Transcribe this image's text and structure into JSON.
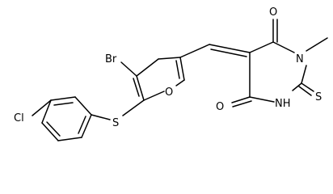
{
  "molecule": {
    "atoms": {
      "br": "Br",
      "o_furan": "O",
      "s_thioether": "S",
      "cl": "Cl",
      "o_top": "O",
      "o_bottom": "O",
      "n_methyl": "N",
      "n_h": "NH",
      "s_thione": "S"
    }
  },
  "colors": {
    "bond": "#000000",
    "label": "#000000",
    "background": "#ffffff"
  }
}
